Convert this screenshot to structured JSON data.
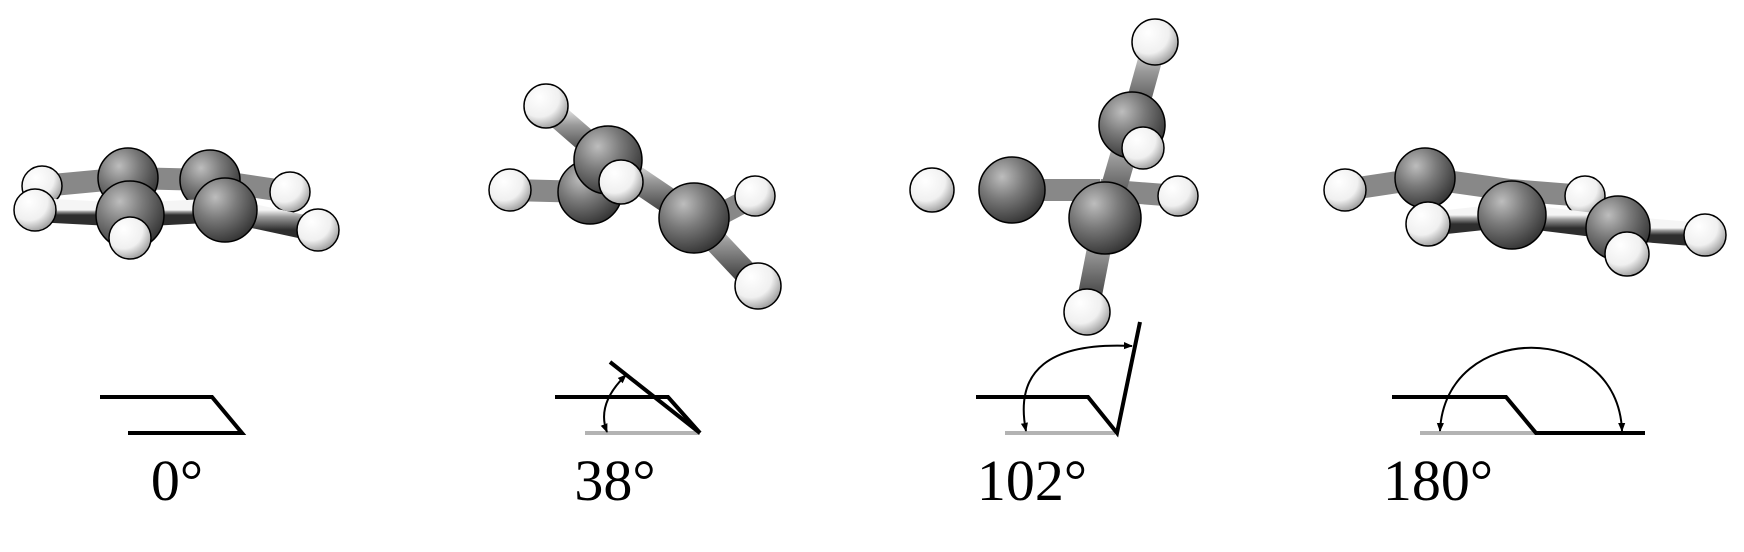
{
  "panels": [
    {
      "id": "p0",
      "angle_deg": 0,
      "label": "0°"
    },
    {
      "id": "p1",
      "angle_deg": 38,
      "label": "38°"
    },
    {
      "id": "p2",
      "angle_deg": 102,
      "label": "102°"
    },
    {
      "id": "p3",
      "angle_deg": 180,
      "label": "180°"
    }
  ],
  "colors": {
    "carbon": "#707070",
    "hydrogen": "#ffffff",
    "bond_dark": "#444444",
    "line": "#000000",
    "reference_line": "#b3b3b3"
  }
}
